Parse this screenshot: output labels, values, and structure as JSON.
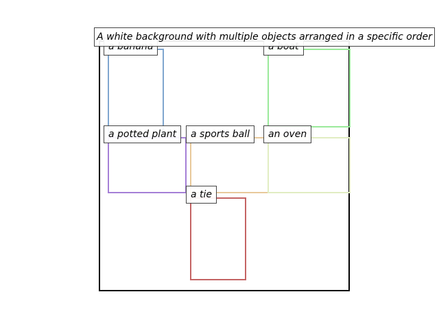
{
  "caption": "A white background with multiple objects arranged in a specific order",
  "objects": [
    {
      "label": "a banana",
      "color": "#7fa6cf"
    },
    {
      "label": "a boat",
      "color": "#9ae99a"
    },
    {
      "label": "a potted plant",
      "color": "#a57fd6"
    },
    {
      "label": "a sports ball",
      "color": "#e8c99a"
    },
    {
      "label": "an oven",
      "color": "#e1edc2"
    },
    {
      "label": "a tie",
      "color": "#c46363"
    }
  ]
}
